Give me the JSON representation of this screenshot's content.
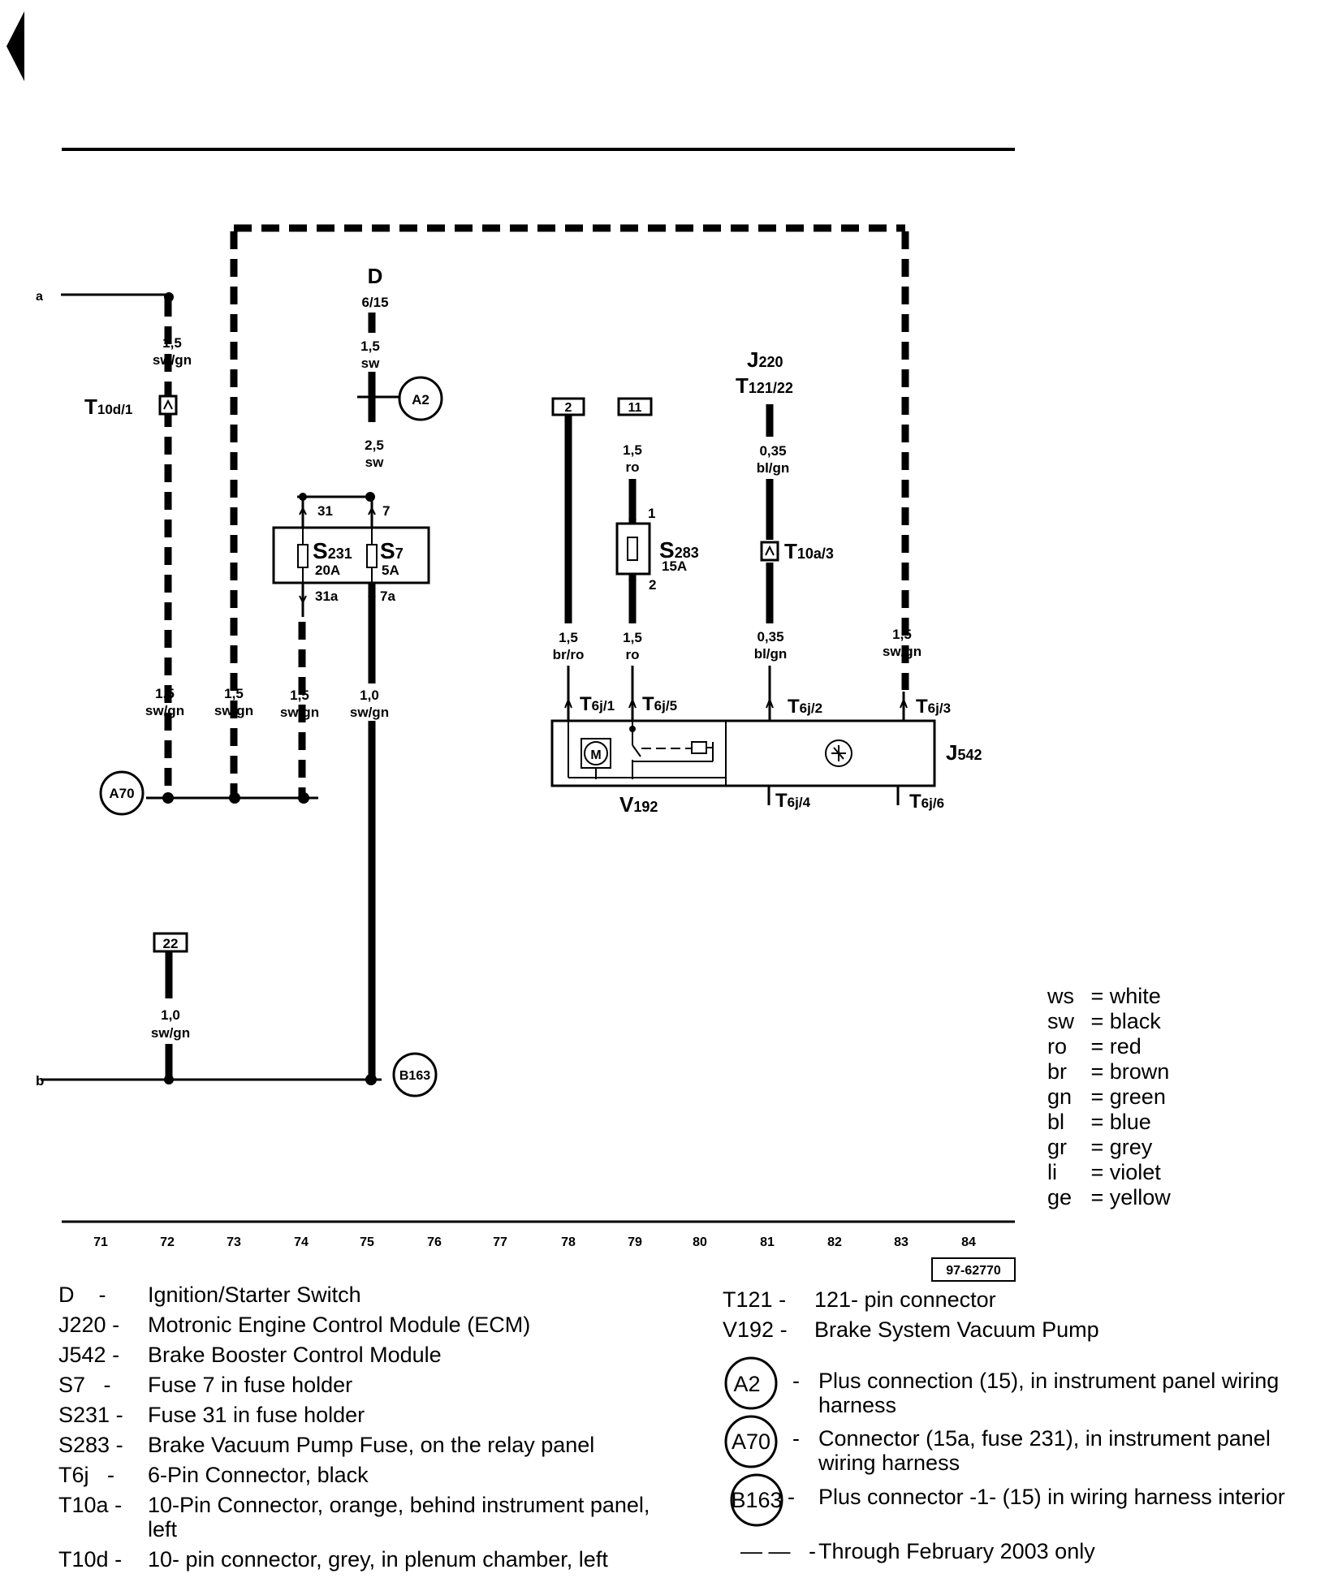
{
  "diagram": {
    "wires": {
      "a": {
        "label": "a"
      },
      "b": {
        "label": "b"
      },
      "w72_top": {
        "gauge": "1,5",
        "color": "sw/gn"
      },
      "w72_bottom": {
        "gauge": "1,5",
        "color": "sw/gn"
      },
      "w73": {
        "gauge": "1,5",
        "color": "sw/gn"
      },
      "w74": {
        "gauge": "1,5",
        "color": "sw/gn"
      },
      "w75_top": {
        "gauge": "1,5",
        "color": "sw"
      },
      "w75_mid": {
        "gauge": "2,5",
        "color": "sw"
      },
      "w75_bottom": {
        "gauge": "1,0",
        "color": "sw/gn"
      },
      "w78": {
        "gauge": "1,5",
        "color": "br/ro"
      },
      "w79_top": {
        "gauge": "1,5",
        "color": "ro"
      },
      "w79_bottom": {
        "gauge": "1,5",
        "color": "ro"
      },
      "w81_top": {
        "gauge": "0,35",
        "color": "bl/gn"
      },
      "w81_bottom": {
        "gauge": "0,35",
        "color": "bl/gn"
      },
      "w83": {
        "gauge": "1,5",
        "color": "sw/gn"
      },
      "w72_low": {
        "gauge": "1,0",
        "color": "sw/gn"
      }
    },
    "components": {
      "D": {
        "name": "D",
        "pin": "6/15"
      },
      "J220": {
        "name": "J",
        "sub": "220",
        "pin": "T",
        "pin_sub": "121/22"
      },
      "J542": {
        "name": "J",
        "sub": "542"
      },
      "V192": {
        "name": "V",
        "sub": "192"
      },
      "S231": {
        "name": "S",
        "sub": "231",
        "rating": "20A",
        "pin_in": "31",
        "pin_out": "31a"
      },
      "S7": {
        "name": "S",
        "sub": "7",
        "rating": "5A",
        "pin_in": "7",
        "pin_out": "7a"
      },
      "S283": {
        "name": "S",
        "sub": "283",
        "rating": "15A",
        "pin_in": "1",
        "pin_out": "2"
      },
      "T10d1": {
        "name": "T",
        "sub": "10d/1"
      },
      "T10a3": {
        "name": "T",
        "sub": "10a/3"
      },
      "T6j1": {
        "name": "T",
        "sub": "6j/1"
      },
      "T6j5": {
        "name": "T",
        "sub": "6j/5"
      },
      "T6j2": {
        "name": "T",
        "sub": "6j/2"
      },
      "T6j3": {
        "name": "T",
        "sub": "6j/3"
      },
      "T6j4": {
        "name": "T",
        "sub": "6j/4"
      },
      "T6j6": {
        "name": "T",
        "sub": "6j/6"
      },
      "motor": {
        "label": "M"
      }
    },
    "connections": {
      "A2": "A2",
      "A70": "A70",
      "B163": "B163"
    },
    "ref_boxes": {
      "box2": "2",
      "box11": "11",
      "box22": "22"
    },
    "tracks": [
      "71",
      "72",
      "73",
      "74",
      "75",
      "76",
      "77",
      "78",
      "79",
      "80",
      "81",
      "82",
      "83",
      "84"
    ],
    "figure_id": "97-62770"
  },
  "color_codes": [
    {
      "code": "ws",
      "name": "white"
    },
    {
      "code": "sw",
      "name": "black"
    },
    {
      "code": "ro",
      "name": "red"
    },
    {
      "code": "br",
      "name": "brown"
    },
    {
      "code": "gn",
      "name": "green"
    },
    {
      "code": "bl",
      "name": "blue"
    },
    {
      "code": "gr",
      "name": "grey"
    },
    {
      "code": "li",
      "name": "violet"
    },
    {
      "code": "ge",
      "name": "yellow"
    }
  ],
  "legend_left": [
    {
      "code": "D",
      "sep": "-",
      "desc": "Ignition/Starter Switch"
    },
    {
      "code": "J220",
      "sep": "-",
      "desc": "Motronic Engine Control Module (ECM)"
    },
    {
      "code": "J542",
      "sep": "-",
      "desc": "Brake Booster Control Module"
    },
    {
      "code": "S7",
      "sep": "-",
      "desc": "Fuse 7 in fuse holder"
    },
    {
      "code": "S231",
      "sep": "-",
      "desc": "Fuse 31 in fuse holder"
    },
    {
      "code": "S283",
      "sep": "-",
      "desc": "Brake Vacuum Pump Fuse, on the relay panel"
    },
    {
      "code": "T6j",
      "sep": "-",
      "desc": "6-Pin Connector, black"
    },
    {
      "code": "T10a",
      "sep": "-",
      "desc": "10-Pin Connector, orange, behind instrument panel, left"
    },
    {
      "code": "T10d",
      "sep": "-",
      "desc": "10- pin connector, grey,  in plenum chamber, left"
    }
  ],
  "legend_right": [
    {
      "code": "T121",
      "sep": "-",
      "desc": "121- pin connector"
    },
    {
      "code": "V192",
      "sep": "-",
      "desc": "Brake System Vacuum Pump"
    }
  ],
  "legend_circles": [
    {
      "code": "A2",
      "desc": "Plus connection (15), in instrument panel wiring harness"
    },
    {
      "code": "A70",
      "desc": "Connector (15a, fuse 231), in instrument panel wiring harness"
    },
    {
      "code": "B163",
      "desc": "Plus connector -1- (15) in wiring harness interior"
    }
  ],
  "legend_dashed": {
    "symbol": "— —",
    "desc": "Through February 2003 only"
  }
}
